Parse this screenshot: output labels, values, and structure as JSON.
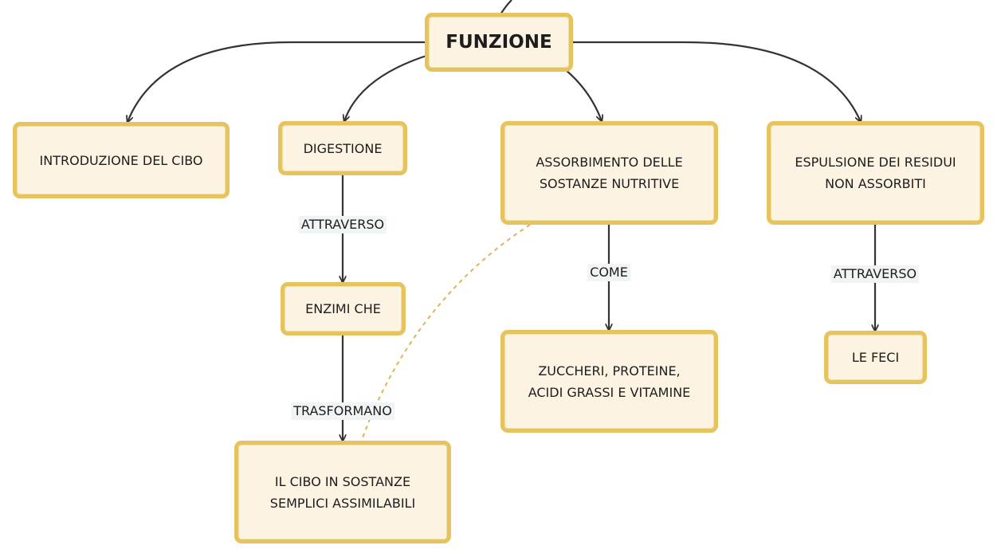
{
  "colors": {
    "node_fill": "#fdf3e3",
    "node_border": "#e6c35c",
    "edge": "#333333",
    "dashed_link": "#e0b354",
    "label_bg": "#f1f4f4"
  },
  "nodes": {
    "root": "FUNZIONE",
    "introduzione": "INTRODUZIONE DEL CIBO",
    "digestione": "DIGESTIONE",
    "assorbimento_1": "ASSORBIMENTO DELLE",
    "assorbimento_2": "SOSTANZE NUTRITIVE",
    "espulsione_1": "ESPULSIONE DEI RESIDUI",
    "espulsione_2": "NON ASSORBITI",
    "enzimi": "ENZIMI CHE",
    "cibo_1": "IL CIBO IN SOSTANZE",
    "cibo_2": "SEMPLICI ASSIMILABILI",
    "zuccheri_1": "ZUCCHERI, PROTEINE,",
    "zuccheri_2": "ACIDI GRASSI E VITAMINE",
    "feci": "LE FECI"
  },
  "links": {
    "attraverso_1": "ATTRAVERSO",
    "trasformano": "TRASFORMANO",
    "come": "COME",
    "attraverso_2": "ATTRAVERSO"
  }
}
